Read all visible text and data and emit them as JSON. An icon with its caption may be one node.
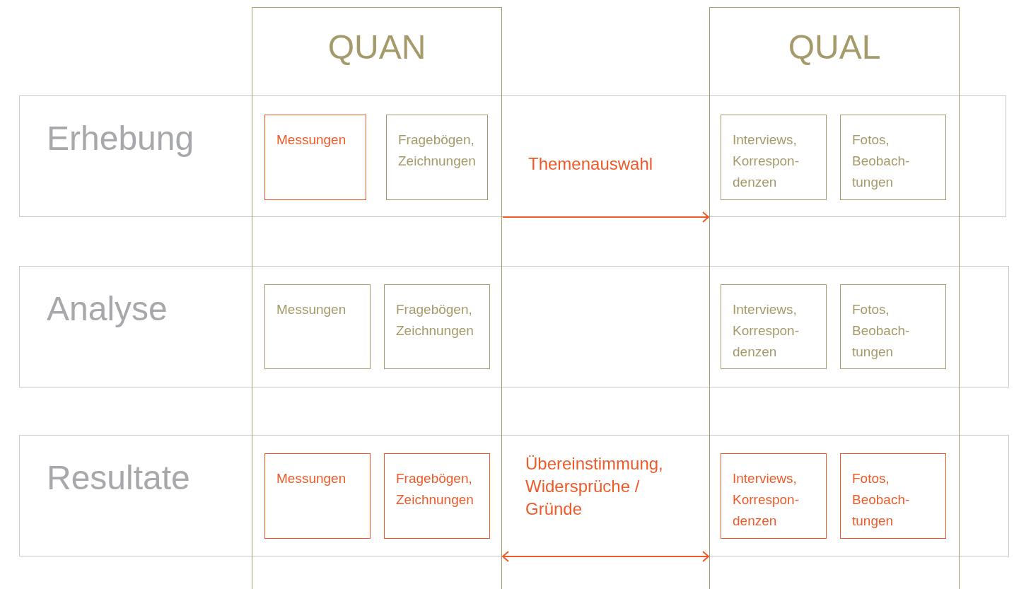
{
  "diagram": {
    "nodes": [
      {
        "text": [
          "QUAN"
        ]
      },
      {
        "text": [
          "QUAL"
        ]
      },
      {
        "text": [
          "Erhebung"
        ]
      },
      {
        "text": [
          "Messungen"
        ]
      },
      {
        "text": [
          "Fragebögen, Zeichnungen"
        ]
      },
      {
        "text": [
          "Interviews, Korrespon- denzen"
        ]
      },
      {
        "text": [
          "Fotos, Beobach- tungen"
        ]
      },
      {
        "text": [
          "Analyse"
        ]
      },
      {
        "text": [
          "Messungen"
        ]
      },
      {
        "text": [
          "Fragebögen, Zeichnungen"
        ]
      },
      {
        "text": [
          "Interviews, Korrespon- denzen"
        ]
      },
      {
        "text": [
          "Fotos, Beobach- tungen"
        ]
      },
      {
        "text": [
          "Resultate"
        ]
      },
      {
        "text": [
          "Messungen"
        ]
      },
      {
        "text": [
          "Fragebögen, Zeichnungen"
        ]
      },
      {
        "text": [
          "Interviews, Korrespon- denzen"
        ]
      },
      {
        "text": [
          "Fotos, Beobach- tungen"
        ]
      }
    ],
    "edges": [
      {
        "from": 0,
        "to": 1,
        "arrow": "to",
        "label": "Themenauswahl"
      },
      {
        "from": 0,
        "to": 1,
        "arrow": "both",
        "label": "Übereinstimmung, Widersprüche / Gründe"
      }
    ]
  }
}
